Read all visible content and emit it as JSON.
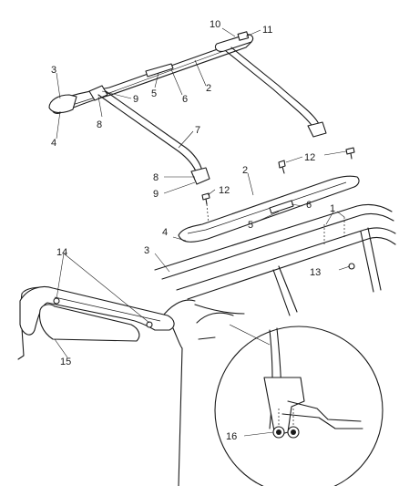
{
  "callouts": {
    "c1": "1",
    "c2_top": "2",
    "c2_mid": "2",
    "c3_top": "3",
    "c3_mid": "3",
    "c4_top": "4",
    "c4_mid": "4",
    "c5_top": "5",
    "c5_mid": "5",
    "c6_top": "6",
    "c6_mid": "6",
    "c7": "7",
    "c8_top": "8",
    "c8_mid": "8",
    "c9_top": "9",
    "c9_mid": "9",
    "c10": "10",
    "c11": "11",
    "c12_top": "12",
    "c12_mid": "12",
    "c13": "13",
    "c14": "14",
    "c15": "15",
    "c16": "16"
  }
}
